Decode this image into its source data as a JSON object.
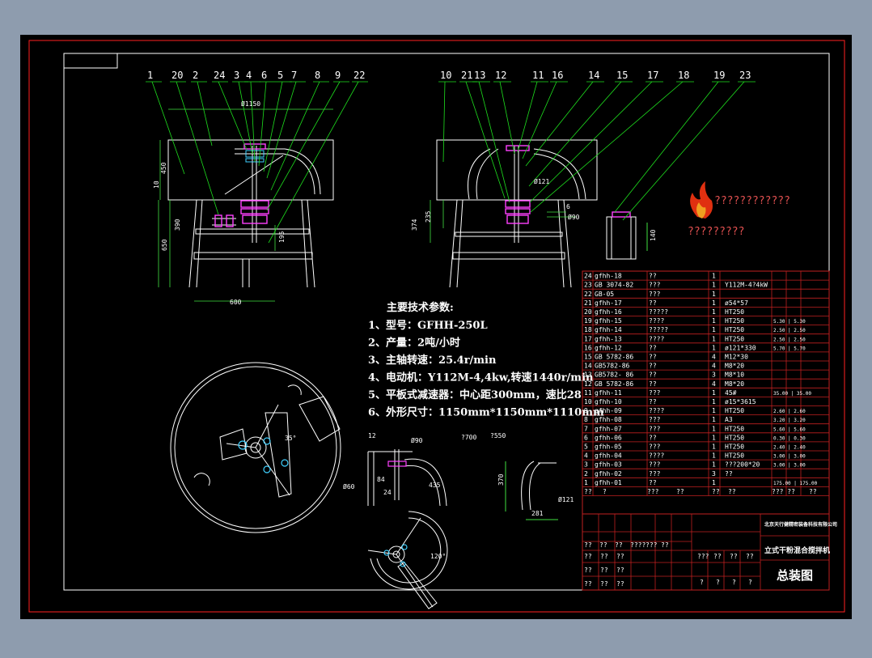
{
  "colors": {
    "background": "#8e9cae",
    "canvas": "#000000",
    "frame": "#ff2020",
    "geometry": "#ffffff",
    "leader": "#1ee01e",
    "magenta": "#ff40ff",
    "cyan": "#40d0ff",
    "dimension": "#40e040",
    "table": "#c02020"
  },
  "icons": [
    "flame-logo-icon"
  ],
  "logo_caption": "????????????",
  "logo_subcaption": "?????????",
  "part_labels_left": [
    "1",
    "20",
    "2",
    "24",
    "3",
    "4",
    "6",
    "5",
    "7",
    "8",
    "9",
    "22"
  ],
  "part_labels_right": [
    "10",
    "21",
    "13",
    "12",
    "11",
    "16",
    "14",
    "15",
    "17",
    "18",
    "19",
    "23"
  ],
  "dimensions": {
    "top_width": "Ø1150",
    "h_450": "450",
    "h_10": "10",
    "h_390": "390",
    "h_650": "650",
    "h_195": "195",
    "base_600": "600",
    "h_374": "374",
    "h_235": "235",
    "d_90": "Ø90",
    "d_121": "Ø121",
    "d_6": "6",
    "h_140": "140",
    "angle_35": "35°",
    "sec_12": "12",
    "sec_d90": "Ø90",
    "sec_d60": "Ø60",
    "sec_84": "84",
    "sec_24": "24",
    "sec_435": "435",
    "sec_r700": "?700",
    "sec_r550": "?550",
    "sec_370": "370",
    "sec_d121": "Ø121",
    "sec_281": "281",
    "angle_120": "120°"
  },
  "tech_params": {
    "title": "主要技术参数:",
    "items": [
      "1、型号：GFHH-250L",
      "2、产量：2吨/小时",
      "3、主轴转速：25.4r/min",
      "4、电动机：Y112M-4,4kw,转速1440r/min",
      "5、平板式减速器：中心距300mm，速比28",
      "6、外形尺寸：1150mm*1150mm*1110mm"
    ]
  },
  "bom": [
    [
      "24",
      "gfhh-18",
      "??",
      "1",
      "",
      ""
    ],
    [
      "23",
      "GB 3074-82",
      "???",
      "1",
      "Y112M-4?4kW",
      ""
    ],
    [
      "22",
      "GB-05",
      "???",
      "1",
      "",
      ""
    ],
    [
      "21",
      "gfhh-17",
      "??",
      "1",
      "ø54*57",
      ""
    ],
    [
      "20",
      "gfhh-16",
      "?????",
      "1",
      "HT250",
      ""
    ],
    [
      "19",
      "gfhh-15",
      "????",
      "1",
      "HT250",
      "5.30 | 5.30"
    ],
    [
      "18",
      "gfhh-14",
      "?????",
      "1",
      "HT250",
      "2.50 | 2.50"
    ],
    [
      "17",
      "gfhh-13",
      "????",
      "1",
      "HT250",
      "2.50 | 2.50"
    ],
    [
      "16",
      "gfhh-12",
      "??",
      "1",
      "ø121*330",
      "5.70 | 5.70"
    ],
    [
      "15",
      "GB 5782-86",
      "??",
      "4",
      "M12*30",
      ""
    ],
    [
      "14",
      "GB5782-86",
      "??",
      "4",
      "M8*20",
      ""
    ],
    [
      "13",
      "GB5782- 86",
      "??",
      "3",
      "M8*10",
      ""
    ],
    [
      "12",
      "GB 5782-86",
      "??",
      "4",
      "M8*20",
      ""
    ],
    [
      "11",
      "gfhh-11",
      "???",
      "1",
      "45#",
      "35.00 | 35.00"
    ],
    [
      "10",
      "gfhh-10",
      "??",
      "1",
      "ø15*3615",
      ""
    ],
    [
      "9",
      "gfhh-09",
      "????",
      "1",
      "HT250",
      "2.60 | 2.60"
    ],
    [
      "8",
      "gfhh-08",
      "???",
      "1",
      "A3",
      "3.20 | 3.20"
    ],
    [
      "7",
      "gfhh-07",
      "???",
      "1",
      "HT250",
      "5.60 | 5.60"
    ],
    [
      "6",
      "gfhh-06",
      "??",
      "1",
      "HT250",
      "0.30 | 0.30"
    ],
    [
      "5",
      "gfhh-05",
      "???",
      "1",
      "HT250",
      "2.40 | 2.40"
    ],
    [
      "4",
      "gfhh-04",
      "????",
      "1",
      "HT250",
      "3.00 | 3.00"
    ],
    [
      "3",
      "gfhh-03",
      "???",
      "1",
      "???200*20",
      "3.00 | 3.00"
    ],
    [
      "2",
      "gfhh-02",
      "???",
      "3",
      "??",
      ""
    ],
    [
      "1",
      "gfhh-01",
      "??",
      "1",
      "",
      "175.00 | 175.00"
    ]
  ],
  "bom_header": [
    "??",
    "?",
    "???",
    "??",
    "??",
    "??",
    "??? ??",
    "??"
  ],
  "title_block": {
    "company": "北京天行健精密装备科技有限公司",
    "product": "立式干粉混合搅拌机",
    "drawing_name": "总装图",
    "rows": [
      [
        "??",
        "??",
        "??",
        "????",
        "???",
        "??"
      ],
      [
        "??",
        "??",
        "??"
      ],
      [
        "??",
        "??",
        "??"
      ],
      [
        "??",
        "??",
        "??"
      ]
    ],
    "scale_cells": [
      "???",
      "??",
      "??",
      "??"
    ],
    "sheet_cells": [
      "?",
      "?",
      "?",
      "?"
    ]
  }
}
